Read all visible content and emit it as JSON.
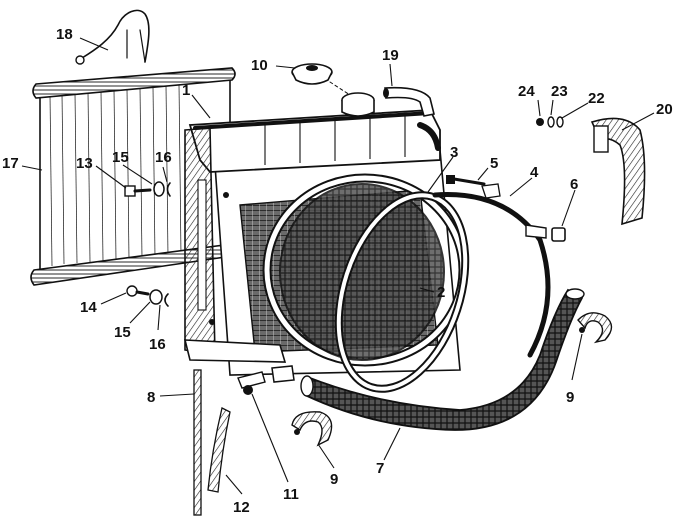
{
  "diagram": {
    "callouts": [
      {
        "id": "c18",
        "text": "18"
      },
      {
        "id": "c19",
        "text": "19"
      },
      {
        "id": "c10",
        "text": "10"
      },
      {
        "id": "c1",
        "text": "1"
      },
      {
        "id": "c24",
        "text": "24"
      },
      {
        "id": "c23",
        "text": "23"
      },
      {
        "id": "c22",
        "text": "22"
      },
      {
        "id": "c20",
        "text": "20"
      },
      {
        "id": "c17",
        "text": "17"
      },
      {
        "id": "c13",
        "text": "13"
      },
      {
        "id": "c15a",
        "text": "15"
      },
      {
        "id": "c16a",
        "text": "16"
      },
      {
        "id": "c3",
        "text": "3"
      },
      {
        "id": "c5",
        "text": "5"
      },
      {
        "id": "c4",
        "text": "4"
      },
      {
        "id": "c6",
        "text": "6"
      },
      {
        "id": "c2",
        "text": "2"
      },
      {
        "id": "c14",
        "text": "14"
      },
      {
        "id": "c15b",
        "text": "15"
      },
      {
        "id": "c16b",
        "text": "16"
      },
      {
        "id": "c8",
        "text": "8"
      },
      {
        "id": "c9a",
        "text": "9"
      },
      {
        "id": "c9b",
        "text": "9"
      },
      {
        "id": "c7",
        "text": "7"
      },
      {
        "id": "c11",
        "text": "11"
      },
      {
        "id": "c12",
        "text": "12"
      }
    ]
  }
}
